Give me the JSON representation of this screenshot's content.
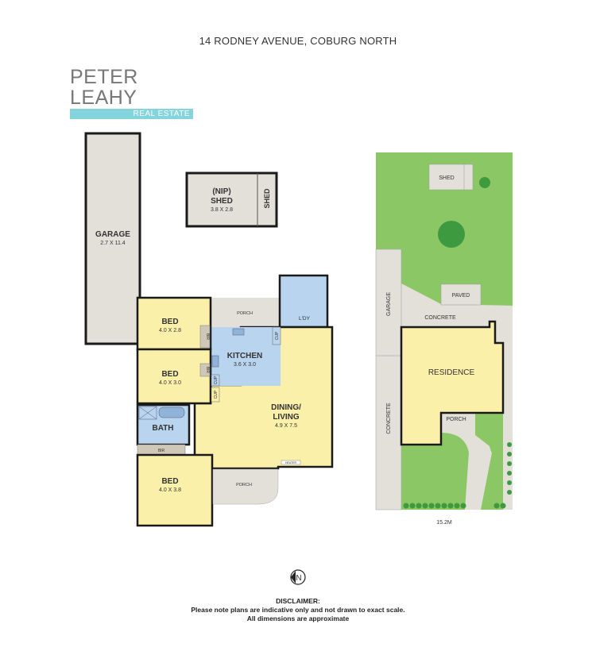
{
  "header": {
    "title": "14 RODNEY AVENUE, COBURG NORTH"
  },
  "logo": {
    "name": "PETER LEAHY",
    "tagline": "REAL ESTATE",
    "accent_color": "#84d4de"
  },
  "floor_plan": {
    "colors": {
      "living": "#fbf0a9",
      "wet": "#b9d4ee",
      "outdoor": "#e2e0d8",
      "walls": "#1a1a1a"
    },
    "rooms": {
      "garage": {
        "name": "GARAGE",
        "size": "2.7 X 11.4"
      },
      "nip_shed": {
        "prefix": "(NIP)",
        "name": "SHED",
        "size": "3.8 X 2.8"
      },
      "small_shed": {
        "name": "SHED"
      },
      "bed1": {
        "name": "BED",
        "size": "4.0 X 2.8"
      },
      "bed2": {
        "name": "BED",
        "size": "4.0 X 3.0"
      },
      "bed3": {
        "name": "BED",
        "size": "4.0 X 3.8"
      },
      "kitchen": {
        "name": "KITCHEN",
        "size": "3.6 X 3.0"
      },
      "dining": {
        "name_line1": "DINING/",
        "name_line2": "LIVING",
        "size": "4.9 X 7.5"
      },
      "bath": {
        "name": "BATH"
      },
      "laundry": {
        "name": "L'DY"
      },
      "porch_back": {
        "name": "PORCH"
      },
      "porch_front": {
        "name": "PORCH"
      },
      "bir1": "BIR",
      "bir2": "BIR",
      "bir3": "BIR",
      "cup1": "CUP",
      "cup2": "CUP",
      "cup3": "CUP",
      "heater": "HEATER"
    }
  },
  "site_plan": {
    "colors": {
      "lawn": "#8cc766",
      "paving": "#e2e0d8",
      "residence": "#fbf0a9",
      "tree": "#3e9a3e"
    },
    "labels": {
      "shed": "SHED",
      "paved": "PAVED",
      "garage": "GARAGE",
      "concrete_top": "CONCRETE",
      "concrete_side": "CONCRETE",
      "residence": "RESIDENCE",
      "porch": "PORCH"
    },
    "frontage": "15.2M"
  },
  "north": {
    "letter": "N"
  },
  "disclaimer": {
    "heading": "DISCLAIMER:",
    "line1": "Please note plans are indicative only and not drawn to exact scale.",
    "line2": "All dimensions are approximate"
  }
}
